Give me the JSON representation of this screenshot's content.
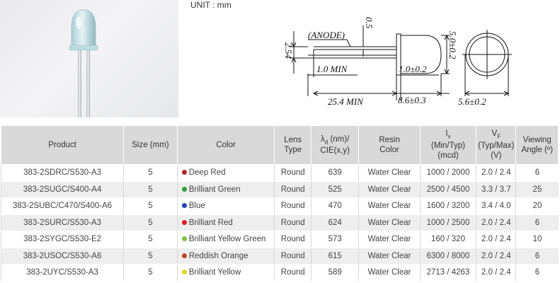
{
  "unit_label": "UNIT : mm",
  "drawing": {
    "anode_label": "(ANODE)",
    "dim_05": "0.5",
    "dim_254": "2.54",
    "dim_10min": "1.0 MIN",
    "dim_10tol": "1.0±0.2",
    "dim_50tol": "5.0±0.2",
    "dim_254min": "25.4 MIN",
    "dim_86": "8.6±0.3",
    "dim_56": "5.6±0.2"
  },
  "table": {
    "headers": {
      "product": "Product",
      "size": "Size (mm)",
      "color": "Color",
      "lens_1": "Lens",
      "lens_2": "Type",
      "lambda_sym": "λ",
      "lambda_sub": "d",
      "lambda_1": " (nm)/",
      "lambda_2": "CIE(x,y)",
      "resin_1": "Resin",
      "resin_2": "Color",
      "iv_sym": "I",
      "iv_sub": "v",
      "iv_2": "(Min/Typ)",
      "iv_3": "(mcd)",
      "vf_sym": "V",
      "vf_sub": "F",
      "vf_2": "(Typ/Max)",
      "vf_3": "(V)",
      "angle_1": "Viewing",
      "angle_2": "Angle (º)"
    },
    "rows": [
      {
        "product": "383-2SDRC/S530-A3",
        "size": "5",
        "color": "Deep Red",
        "dot": "#b22222",
        "lens": "Round",
        "wavelength": "639",
        "resin": "Water Clear",
        "iv": "1000 / 2000",
        "vf": "2.0 / 2.4",
        "angle": "6"
      },
      {
        "product": "383-2SUGC/S400-A4",
        "size": "5",
        "color": "Brilliant Green",
        "dot": "#2e9e3a",
        "lens": "Round",
        "wavelength": "525",
        "resin": "Water Clear",
        "iv": "2500 / 4500",
        "vf": "3.3 / 3.7",
        "angle": "25"
      },
      {
        "product": "383-2SUBC/C470/S400-A6",
        "size": "5",
        "color": "Blue",
        "dot": "#2145b8",
        "lens": "Round",
        "wavelength": "470",
        "resin": "Water Clear",
        "iv": "1600 / 3200",
        "vf": "3.4 / 4.0",
        "angle": "20"
      },
      {
        "product": "383-2SURC/S530-A3",
        "size": "5",
        "color": "Brilliant Red",
        "dot": "#e02020",
        "lens": "Round",
        "wavelength": "624",
        "resin": "Water Clear",
        "iv": "1000 / 2500",
        "vf": "2.0 / 2.4",
        "angle": "6"
      },
      {
        "product": "383-2SYGC/S530-E2",
        "size": "5",
        "color": "Brilliant Yellow Green",
        "dot": "#7dc242",
        "lens": "Round",
        "wavelength": "573",
        "resin": "Water Clear",
        "iv": "160 / 320",
        "vf": "2.0 / 2.4",
        "angle": "10"
      },
      {
        "product": "383-2USOC/S530-A6",
        "size": "5",
        "color": "Reddish Orange",
        "dot": "#c0461e",
        "lens": "Round",
        "wavelength": "615",
        "resin": "Water Clear",
        "iv": "6300 / 8000",
        "vf": "2.0 / 2.4",
        "angle": "6"
      },
      {
        "product": "383-2UYC/S530-A3",
        "size": "5",
        "color": "Brilliant Yellow",
        "dot": "#e8d12a",
        "lens": "Round",
        "wavelength": "589",
        "resin": "Water Clear",
        "iv": "2713 / 4263",
        "vf": "2.0 / 2.4",
        "angle": "6"
      }
    ]
  }
}
